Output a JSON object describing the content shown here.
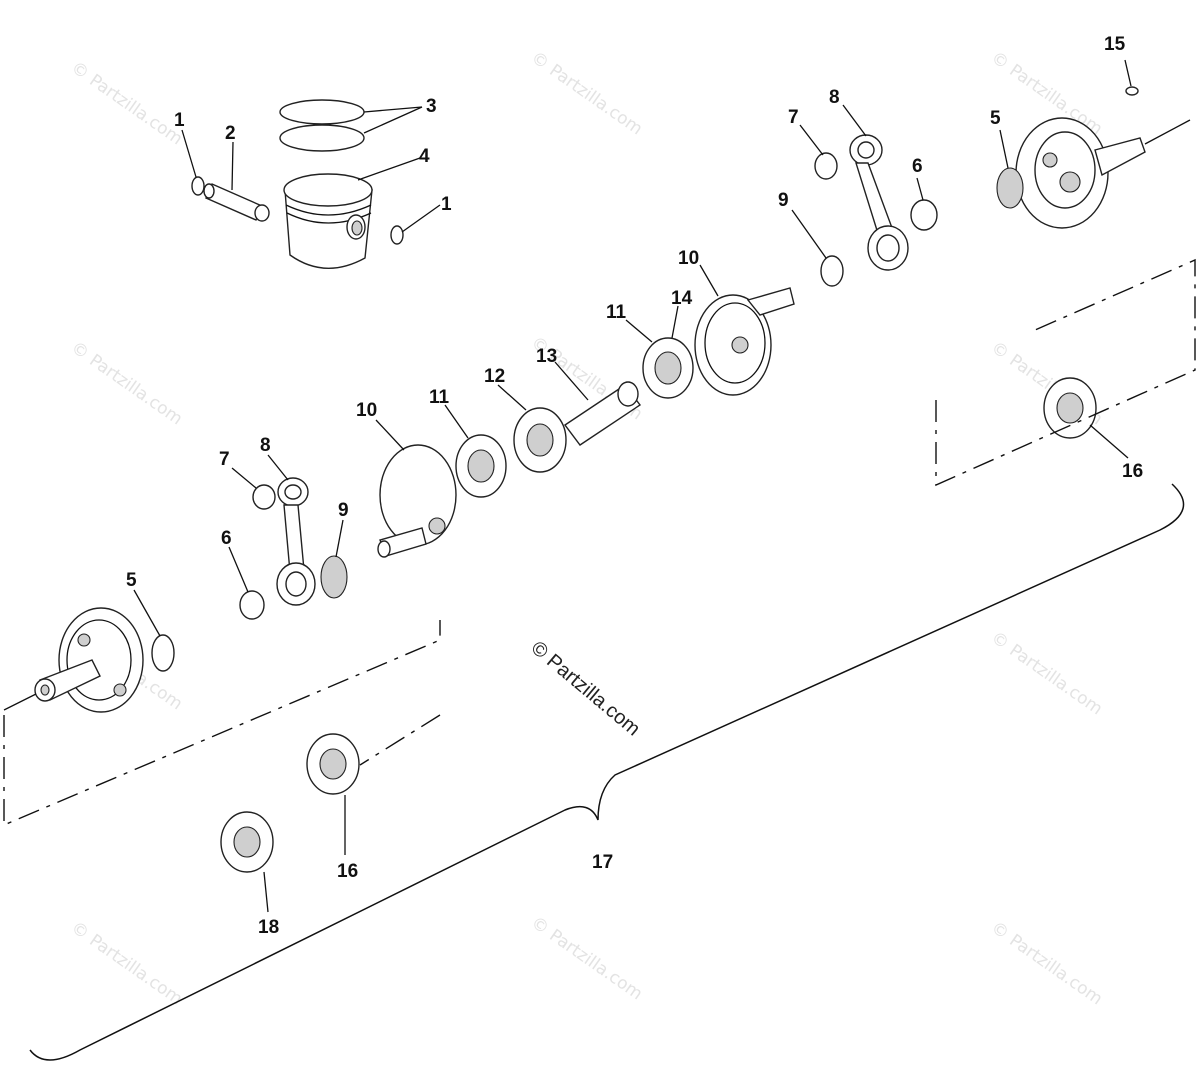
{
  "watermark": {
    "text": "© Partzilla.com",
    "center_text": "© Partzilla.com"
  },
  "callouts": [
    {
      "id": "c1a",
      "label": "1"
    },
    {
      "id": "c2",
      "label": "2"
    },
    {
      "id": "c3",
      "label": "3"
    },
    {
      "id": "c4",
      "label": "4"
    },
    {
      "id": "c1b",
      "label": "1"
    },
    {
      "id": "c15",
      "label": "15"
    },
    {
      "id": "c8a",
      "label": "8"
    },
    {
      "id": "c7a",
      "label": "7"
    },
    {
      "id": "c5a",
      "label": "5"
    },
    {
      "id": "c6a",
      "label": "6"
    },
    {
      "id": "c9a",
      "label": "9"
    },
    {
      "id": "c10a",
      "label": "10"
    },
    {
      "id": "c14",
      "label": "14"
    },
    {
      "id": "c11a",
      "label": "11"
    },
    {
      "id": "c12",
      "label": "12"
    },
    {
      "id": "c13",
      "label": "13"
    },
    {
      "id": "c10b",
      "label": "10"
    },
    {
      "id": "c11b",
      "label": "11"
    },
    {
      "id": "c8b",
      "label": "8"
    },
    {
      "id": "c7b",
      "label": "7"
    },
    {
      "id": "c9b",
      "label": "9"
    },
    {
      "id": "c6b",
      "label": "6"
    },
    {
      "id": "c5b",
      "label": "5"
    },
    {
      "id": "c16a",
      "label": "16"
    },
    {
      "id": "c16b",
      "label": "16"
    },
    {
      "id": "c17",
      "label": "17"
    },
    {
      "id": "c18",
      "label": "18"
    }
  ]
}
